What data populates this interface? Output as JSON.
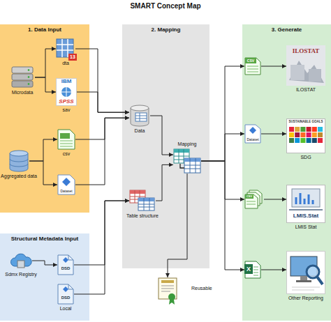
{
  "diagram": {
    "title": "SMART Concept Map",
    "nodes": [
      {
        "text": [
          "1. Data Input"
        ]
      },
      {
        "text": [
          "Microdata"
        ],
        "in": 0
      },
      {
        "text": [
          "13",
          "dta"
        ],
        "in": 0
      },
      {
        "text": [
          "IBM",
          "SPSS",
          "sav"
        ],
        "in": 0
      },
      {
        "text": [
          "csv"
        ],
        "in": 0
      },
      {
        "text": [
          "Aggregated data"
        ],
        "in": 0
      },
      {
        "text": [
          "Dataset"
        ],
        "in": 0
      },
      {
        "text": [
          "Structural Metadata Input"
        ]
      },
      {
        "text": [
          "Sdmx Registry"
        ],
        "in": 7
      },
      {
        "text": [
          "DSD"
        ],
        "in": 7
      },
      {
        "text": [
          "DSD",
          "Local"
        ],
        "in": 7
      },
      {
        "text": [
          "2. Mapping"
        ]
      },
      {
        "text": [
          "Data"
        ],
        "in": 11
      },
      {
        "text": [
          "Mapping"
        ],
        "in": 11
      },
      {
        "text": [
          "Table structure"
        ],
        "in": 11
      },
      {
        "text": [
          "Reusable"
        ]
      },
      {
        "text": [
          "3. Generate"
        ]
      },
      {
        "text": [
          "CSV"
        ],
        "in": 16
      },
      {
        "text": [
          "ILOSTAT",
          "ILOSTAT"
        ],
        "in": 16
      },
      {
        "text": [
          "Dataset"
        ],
        "in": 16
      },
      {
        "text": [
          "SUSTAINABLE GOALS",
          "SDG"
        ],
        "in": 16
      },
      {
        "text": [
          "CSV"
        ],
        "in": 16
      },
      {
        "text": [
          "LMIS.Stat",
          "LMIS Stat"
        ],
        "in": 16
      },
      {
        "text": [
          "X"
        ],
        "in": 16
      },
      {
        "text": [
          "Other Reporting"
        ],
        "in": 16
      }
    ],
    "edges": [
      {
        "from": 1,
        "to": 2,
        "arrow": "to"
      },
      {
        "from": 1,
        "to": 3,
        "arrow": "to"
      },
      {
        "from": 5,
        "to": 4,
        "arrow": "to"
      },
      {
        "from": 5,
        "to": 6,
        "arrow": "to"
      },
      {
        "from": 8,
        "to": 9,
        "arrow": "to"
      },
      {
        "from": 2,
        "to": 12,
        "arrow": "to"
      },
      {
        "from": 3,
        "to": 12,
        "arrow": "to"
      },
      {
        "from": 4,
        "to": 12,
        "arrow": "to"
      },
      {
        "from": 6,
        "to": 12,
        "arrow": "to"
      },
      {
        "from": 9,
        "to": 14,
        "arrow": "to"
      },
      {
        "from": 10,
        "to": 14,
        "arrow": "to"
      },
      {
        "from": 12,
        "to": 13,
        "arrow": "to"
      },
      {
        "from": 14,
        "to": 13,
        "arrow": "to"
      },
      {
        "from": 13,
        "to": 15,
        "arrow": "to"
      },
      {
        "from": 13,
        "to": 17,
        "arrow": "to"
      },
      {
        "from": 13,
        "to": 19,
        "arrow": "to"
      },
      {
        "from": 13,
        "to": 21,
        "arrow": "to"
      },
      {
        "from": 13,
        "to": 23,
        "arrow": "to"
      },
      {
        "from": 17,
        "to": 18,
        "arrow": "to"
      },
      {
        "from": 19,
        "to": 20,
        "arrow": "to"
      },
      {
        "from": 21,
        "to": 22,
        "arrow": "to"
      },
      {
        "from": 23,
        "to": 24,
        "arrow": "to"
      }
    ]
  }
}
